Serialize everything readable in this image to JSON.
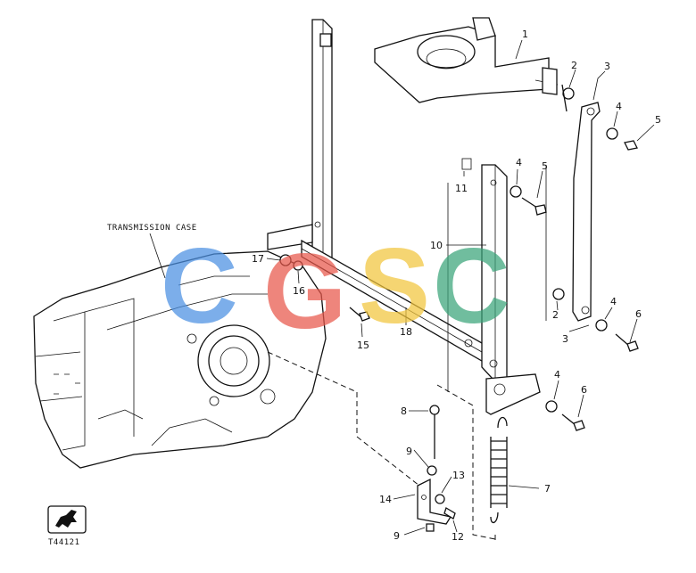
{
  "labels": {
    "transmission_case": "TRANSMISSION CASE",
    "figure_id": "T44121"
  },
  "callouts": {
    "c1": "1",
    "c2a": "2",
    "c2b": "2",
    "c3a": "3",
    "c3b": "3",
    "c4a": "4",
    "c4b": "4",
    "c4c": "4",
    "c4d": "4",
    "c5a": "5",
    "c5b": "5",
    "c6a": "6",
    "c6b": "6",
    "c7": "7",
    "c8": "8",
    "c9a": "9",
    "c9b": "9",
    "c10": "10",
    "c11": "11",
    "c12": "12",
    "c13": "13",
    "c14": "14",
    "c15": "15",
    "c16": "16",
    "c17": "17",
    "c18": "18"
  },
  "watermark": {
    "letters": [
      "C",
      "G",
      "S",
      "C"
    ],
    "colors": [
      "#4a90e2",
      "#e8574a",
      "#f2c53d",
      "#3aa57a"
    ]
  },
  "logo": {
    "name": "deer-logo-icon"
  }
}
